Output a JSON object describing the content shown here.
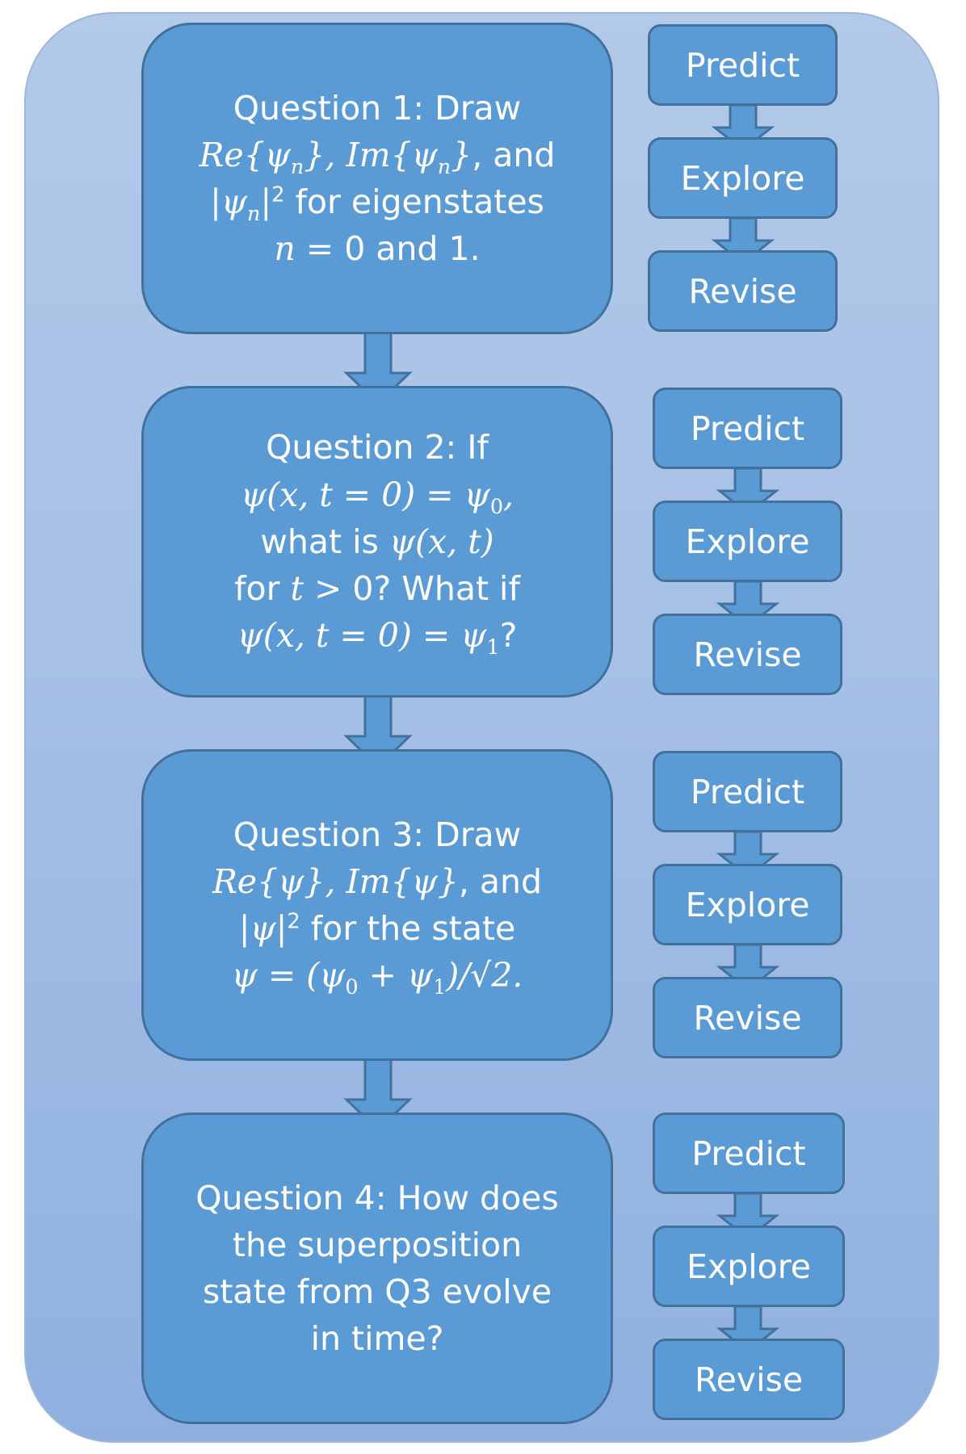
{
  "questions": [
    {
      "q1_line1": "Question 1: Draw",
      "q1_re": "Re{ψ",
      "q1_sub_n1": "n",
      "q1_mid": "}, Im{ψ",
      "q1_sub_n2": "n",
      "q1_close": "}",
      "q1_and": ", and",
      "q1_abs_open": "|ψ",
      "q1_sub_n3": "n",
      "q1_abs_close": "|",
      "q1_sup2": "2",
      "q1_for_eig": " for eigenstates",
      "q1_n_eq": "n",
      "q1_eq_sign": " = ",
      "q1_tail": "0 and 1."
    },
    {
      "q2_line1": "Question 2: If",
      "q2_line2a": "ψ(x, t = 0) = ψ",
      "q2_line2_sub": "0",
      "q2_line2_comma": ",",
      "q2_line3_a": "what is ",
      "q2_line3_b": "ψ(x, t)",
      "q2_line4_a": "for ",
      "q2_line4_b": "t",
      "q2_line4_c": " > ",
      "q2_line4_d": "0? What if",
      "q2_line5a": "ψ(x, t = 0) = ψ",
      "q2_line5_sub": "1",
      "q2_line5_q": "?"
    },
    {
      "q3_line1": "Question 3: Draw",
      "q3_re": "Re{ψ}, Im{ψ}",
      "q3_and": ", and",
      "q3_abs": "|ψ|",
      "q3_sup2": "2",
      "q3_for_state": " for the state",
      "q3_psi_eq": "ψ = (ψ",
      "q3_sub0": "0",
      "q3_plus": " + ψ",
      "q3_sub1": "1",
      "q3_close": ")/√2.",
      "q3_dot": ""
    },
    {
      "q4_line1": "Question 4: How does",
      "q4_line2": "the superposition",
      "q4_line3": "state from Q3 evolve",
      "q4_line4": "in time?"
    }
  ],
  "steps": [
    "Predict",
    "Explore",
    "Revise"
  ],
  "colors": {
    "box_fill": "#5b9bd5",
    "box_border": "#41719c",
    "background": "#a6c0e6",
    "text": "#ffffff"
  }
}
